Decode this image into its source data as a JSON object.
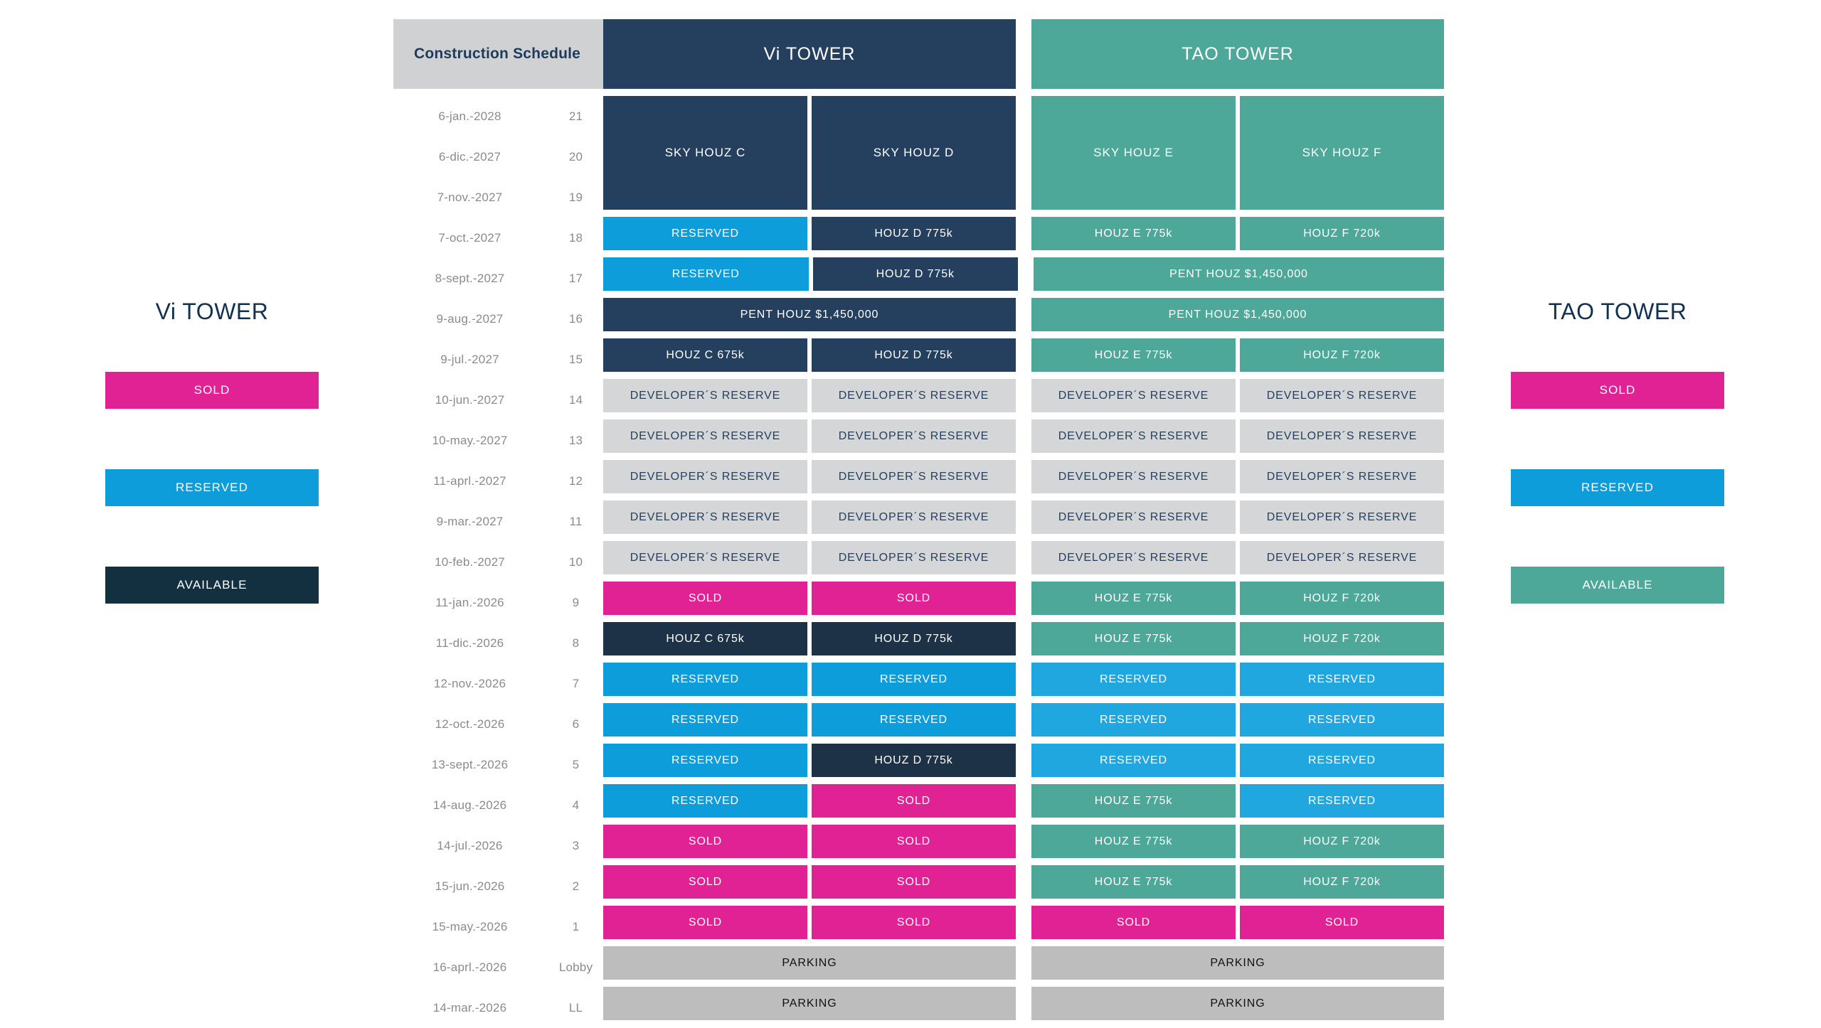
{
  "schedule": {
    "header_label": "Construction Schedule",
    "rows": [
      {
        "date": "6-jan.-2028",
        "floor": "21"
      },
      {
        "date": "6-dic.-2027",
        "floor": "20"
      },
      {
        "date": "7-nov.-2027",
        "floor": "19"
      },
      {
        "date": "7-oct.-2027",
        "floor": "18"
      },
      {
        "date": "8-sept.-2027",
        "floor": "17"
      },
      {
        "date": "9-aug.-2027",
        "floor": "16"
      },
      {
        "date": "9-jul.-2027",
        "floor": "15"
      },
      {
        "date": "10-jun.-2027",
        "floor": "14"
      },
      {
        "date": "10-may.-2027",
        "floor": "13"
      },
      {
        "date": "11-aprl.-2027",
        "floor": "12"
      },
      {
        "date": "9-mar.-2027",
        "floor": "11"
      },
      {
        "date": "10-feb.-2027",
        "floor": "10"
      },
      {
        "date": "11-jan.-2026",
        "floor": "9"
      },
      {
        "date": "11-dic.-2026",
        "floor": "8"
      },
      {
        "date": "12-nov.-2026",
        "floor": "7"
      },
      {
        "date": "12-oct.-2026",
        "floor": "6"
      },
      {
        "date": "13-sept.-2026",
        "floor": "5"
      },
      {
        "date": "14-aug.-2026",
        "floor": "4"
      },
      {
        "date": "14-jul.-2026",
        "floor": "3"
      },
      {
        "date": "15-jun.-2026",
        "floor": "2"
      },
      {
        "date": "15-may.-2026",
        "floor": "1"
      },
      {
        "date": "16-aprl.-2026",
        "floor": "Lobby"
      },
      {
        "date": "14-mar.-2026",
        "floor": "LL"
      }
    ]
  },
  "towers": [
    {
      "name": "Vi TOWER",
      "style": "c-navy"
    },
    {
      "name": "TAO TOWER",
      "style": "c-teal"
    }
  ],
  "sky_row": [
    {
      "label": "SKY HOUZ C",
      "style": "c-navy"
    },
    {
      "label": "SKY HOUZ D",
      "style": "c-navy"
    },
    {
      "label": "SKY HOUZ E",
      "style": "c-teal"
    },
    {
      "label": "SKY HOUZ F",
      "style": "c-teal"
    }
  ],
  "grid_rows": [
    {
      "floor": "18",
      "cells": [
        {
          "label": "RESERVED",
          "style": "c-reserved",
          "span": 1
        },
        {
          "label": "HOUZ D 775k",
          "style": "c-navy",
          "span": 1
        },
        {
          "label": "HOUZ E 775k",
          "style": "c-teal",
          "span": 1
        },
        {
          "label": "HOUZ F 720k",
          "style": "c-teal",
          "span": 1
        }
      ]
    },
    {
      "floor": "17",
      "cells": [
        {
          "label": "RESERVED",
          "style": "c-reserved",
          "span": 1
        },
        {
          "label": "HOUZ D 775k",
          "style": "c-navy",
          "span": 1
        },
        {
          "label": "PENT HOUZ $1,450,000",
          "style": "c-teal",
          "span": 2
        }
      ]
    },
    {
      "floor": "16",
      "cells": [
        {
          "label": "PENT HOUZ $1,450,000",
          "style": "c-navy",
          "span": 2
        },
        {
          "label": "PENT HOUZ $1,450,000",
          "style": "c-teal",
          "span": 2
        }
      ]
    },
    {
      "floor": "15",
      "cells": [
        {
          "label": "HOUZ C 675k",
          "style": "c-navy",
          "span": 1
        },
        {
          "label": "HOUZ D 775k",
          "style": "c-navy",
          "span": 1
        },
        {
          "label": "HOUZ E 775k",
          "style": "c-teal",
          "span": 1
        },
        {
          "label": "HOUZ F 720k",
          "style": "c-teal",
          "span": 1
        }
      ]
    },
    {
      "floor": "14",
      "cells": [
        {
          "label": "DEVELOPER´S RESERVE",
          "style": "c-reserve",
          "span": 1
        },
        {
          "label": "DEVELOPER´S RESERVE",
          "style": "c-reserve",
          "span": 1
        },
        {
          "label": "DEVELOPER´S RESERVE",
          "style": "c-reserve",
          "span": 1
        },
        {
          "label": "DEVELOPER´S RESERVE",
          "style": "c-reserve",
          "span": 1
        }
      ]
    },
    {
      "floor": "13",
      "cells": [
        {
          "label": "DEVELOPER´S RESERVE",
          "style": "c-reserve",
          "span": 1
        },
        {
          "label": "DEVELOPER´S RESERVE",
          "style": "c-reserve",
          "span": 1
        },
        {
          "label": "DEVELOPER´S RESERVE",
          "style": "c-reserve",
          "span": 1
        },
        {
          "label": "DEVELOPER´S RESERVE",
          "style": "c-reserve",
          "span": 1
        }
      ]
    },
    {
      "floor": "12",
      "cells": [
        {
          "label": "DEVELOPER´S RESERVE",
          "style": "c-reserve",
          "span": 1
        },
        {
          "label": "DEVELOPER´S RESERVE",
          "style": "c-reserve",
          "span": 1
        },
        {
          "label": "DEVELOPER´S RESERVE",
          "style": "c-reserve",
          "span": 1
        },
        {
          "label": "DEVELOPER´S RESERVE",
          "style": "c-reserve",
          "span": 1
        }
      ]
    },
    {
      "floor": "11",
      "cells": [
        {
          "label": "DEVELOPER´S RESERVE",
          "style": "c-reserve",
          "span": 1
        },
        {
          "label": "DEVELOPER´S RESERVE",
          "style": "c-reserve",
          "span": 1
        },
        {
          "label": "DEVELOPER´S RESERVE",
          "style": "c-reserve",
          "span": 1
        },
        {
          "label": "DEVELOPER´S RESERVE",
          "style": "c-reserve",
          "span": 1
        }
      ]
    },
    {
      "floor": "10",
      "cells": [
        {
          "label": "DEVELOPER´S RESERVE",
          "style": "c-reserve",
          "span": 1
        },
        {
          "label": "DEVELOPER´S RESERVE",
          "style": "c-reserve",
          "span": 1
        },
        {
          "label": "DEVELOPER´S RESERVE",
          "style": "c-reserve",
          "span": 1
        },
        {
          "label": "DEVELOPER´S RESERVE",
          "style": "c-reserve",
          "span": 1
        }
      ]
    },
    {
      "floor": "9",
      "cells": [
        {
          "label": "SOLD",
          "style": "c-sold",
          "span": 1
        },
        {
          "label": "SOLD",
          "style": "c-sold",
          "span": 1
        },
        {
          "label": "HOUZ E 775k",
          "style": "c-teal",
          "span": 1
        },
        {
          "label": "HOUZ F 720k",
          "style": "c-teal",
          "span": 1
        }
      ]
    },
    {
      "floor": "8",
      "cells": [
        {
          "label": "HOUZ C 675k",
          "style": "c-navy-dark",
          "span": 1
        },
        {
          "label": "HOUZ D 775k",
          "style": "c-navy-dark",
          "span": 1
        },
        {
          "label": "HOUZ E 775k",
          "style": "c-teal",
          "span": 1
        },
        {
          "label": "HOUZ F 720k",
          "style": "c-teal",
          "span": 1
        }
      ]
    },
    {
      "floor": "7",
      "cells": [
        {
          "label": "RESERVED",
          "style": "c-reserved",
          "span": 1
        },
        {
          "label": "RESERVED",
          "style": "c-reserved",
          "span": 1
        },
        {
          "label": "RESERVED",
          "style": "c-reserved-lt",
          "span": 1
        },
        {
          "label": "RESERVED",
          "style": "c-reserved-lt",
          "span": 1
        }
      ]
    },
    {
      "floor": "6",
      "cells": [
        {
          "label": "RESERVED",
          "style": "c-reserved",
          "span": 1
        },
        {
          "label": "RESERVED",
          "style": "c-reserved",
          "span": 1
        },
        {
          "label": "RESERVED",
          "style": "c-reserved-lt",
          "span": 1
        },
        {
          "label": "RESERVED",
          "style": "c-reserved-lt",
          "span": 1
        }
      ]
    },
    {
      "floor": "5",
      "cells": [
        {
          "label": "RESERVED",
          "style": "c-reserved",
          "span": 1
        },
        {
          "label": "HOUZ D 775k",
          "style": "c-navy-dark",
          "span": 1
        },
        {
          "label": "RESERVED",
          "style": "c-reserved-lt",
          "span": 1
        },
        {
          "label": "RESERVED",
          "style": "c-reserved-lt",
          "span": 1
        }
      ]
    },
    {
      "floor": "4",
      "cells": [
        {
          "label": "RESERVED",
          "style": "c-reserved",
          "span": 1
        },
        {
          "label": "SOLD",
          "style": "c-sold",
          "span": 1
        },
        {
          "label": "HOUZ E 775k",
          "style": "c-teal",
          "span": 1
        },
        {
          "label": "RESERVED",
          "style": "c-reserved-lt",
          "span": 1
        }
      ]
    },
    {
      "floor": "3",
      "cells": [
        {
          "label": "SOLD",
          "style": "c-sold",
          "span": 1
        },
        {
          "label": "SOLD",
          "style": "c-sold",
          "span": 1
        },
        {
          "label": "HOUZ E 775k",
          "style": "c-teal",
          "span": 1
        },
        {
          "label": "HOUZ F 720k",
          "style": "c-teal",
          "span": 1
        }
      ]
    },
    {
      "floor": "2",
      "cells": [
        {
          "label": "SOLD",
          "style": "c-sold",
          "span": 1
        },
        {
          "label": "SOLD",
          "style": "c-sold",
          "span": 1
        },
        {
          "label": "HOUZ E 775k",
          "style": "c-teal",
          "span": 1
        },
        {
          "label": "HOUZ F 720k",
          "style": "c-teal",
          "span": 1
        }
      ]
    },
    {
      "floor": "1",
      "cells": [
        {
          "label": "SOLD",
          "style": "c-sold",
          "span": 1
        },
        {
          "label": "SOLD",
          "style": "c-sold",
          "span": 1
        },
        {
          "label": "SOLD",
          "style": "c-sold",
          "span": 1
        },
        {
          "label": "SOLD",
          "style": "c-sold",
          "span": 1
        }
      ]
    },
    {
      "floor": "Lobby",
      "cells": [
        {
          "label": "PARKING",
          "style": "c-parking",
          "span": 2
        },
        {
          "label": "PARKING",
          "style": "c-parking",
          "span": 2
        }
      ]
    },
    {
      "floor": "LL",
      "cells": [
        {
          "label": "PARKING",
          "style": "c-parking",
          "span": 2
        },
        {
          "label": "PARKING",
          "style": "c-parking",
          "span": 2
        }
      ]
    }
  ],
  "legends": [
    {
      "title": "Vi TOWER",
      "items": [
        {
          "label": "SOLD",
          "style": "c-sold"
        },
        {
          "label": "RESERVED",
          "style": "c-reserved"
        },
        {
          "label": "AVAILABLE",
          "style": "c-available-vi"
        }
      ]
    },
    {
      "title": "TAO TOWER",
      "items": [
        {
          "label": "SOLD",
          "style": "c-sold"
        },
        {
          "label": "RESERVED",
          "style": "c-reserved"
        },
        {
          "label": "AVAILABLE",
          "style": "c-available-tao"
        }
      ]
    }
  ],
  "colors": {
    "navy": "#25405e",
    "navy_dark": "#1d3246",
    "teal": "#4ea899",
    "sold_pink": "#e02294",
    "reserved_blue": "#0d9ddb",
    "reserved_blue_light": "#21a7e0",
    "developer_reserve_gray": "#d4d6d8",
    "parking_gray": "#bdbdbd",
    "header_gray": "#cfd1d3",
    "title_navy": "#12304f",
    "available_vi_navy": "#12303f"
  }
}
